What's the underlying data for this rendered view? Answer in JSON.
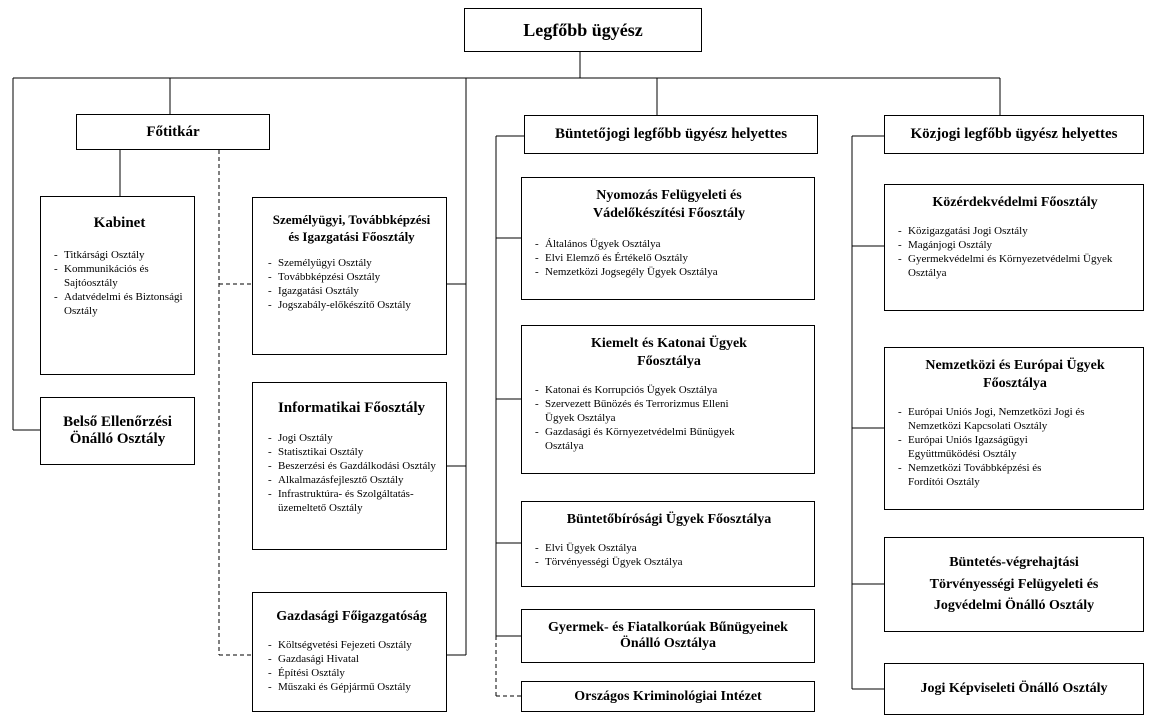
{
  "top": {
    "title": "Legfőbb ügyész"
  },
  "fotitkar": {
    "title": "Főtitkár"
  },
  "kabinet": {
    "title": "Kabinet",
    "items": [
      "Titkársági Osztály",
      "Kommunikációs és Sajtóosztály",
      "Adatvédelmi és Biztonsági Osztály"
    ]
  },
  "belso": {
    "title": "Belső Ellenőrzési Önálló Osztály"
  },
  "szemelyugyi": {
    "title": "Személyügyi, Továbbképzési és Igazgatási Főosztály",
    "items": [
      "Személyügyi Osztály",
      "Továbbképzési Osztály",
      "Igazgatási Osztály",
      "Jogszabály-előkészítő Osztály"
    ]
  },
  "informatikai": {
    "title": "Informatikai Főosztály",
    "items": [
      "Jogi Osztály",
      "Statisztikai Osztály",
      "Beszerzési és Gazdálkodási Osztály",
      "Alkalmazásfejlesztő Osztály",
      "Infrastruktúra- és Szolgáltatás-üzemeltető Osztály"
    ]
  },
  "gazdasagi": {
    "title": "Gazdasági Főigazgatóság",
    "items": [
      "Költségvetési Fejezeti Osztály",
      "Gazdasági Hivatal",
      "Építési Osztály",
      "Műszaki és Gépjármű Osztály"
    ]
  },
  "buntetojogi": {
    "title": "Büntetőjogi legfőbb ügyész helyettes"
  },
  "nyomozas": {
    "title": "Nyomozás Felügyeleti és Vádelőkészítési Főosztály",
    "items": [
      "Általános Ügyek Osztálya",
      "Elvi Elemző és Értékelő Osztály",
      "Nemzetközi Jogsegély Ügyek Osztálya"
    ]
  },
  "kiemelt": {
    "title": "Kiemelt és Katonai Ügyek Főosztálya",
    "items": [
      "Katonai és Korrupciós Ügyek Osztálya",
      "Szervezett Bűnözés és Terrorizmus Elleni Ügyek Osztálya",
      "Gazdasági és Környezetvédelmi Bűnügyek Osztálya"
    ]
  },
  "buntetobirosagi": {
    "title": "Büntetőbírósági Ügyek Főosztálya",
    "items": [
      "Elvi Ügyek Osztálya",
      "Törvényességi Ügyek Osztálya"
    ]
  },
  "gyermek": {
    "title": "Gyermek- és Fiatalkorúak Bűnügyeinek Önálló Osztálya"
  },
  "kriminologiai": {
    "title": "Országos Kriminológiai Intézet"
  },
  "kozjogi": {
    "title": "Közjogi legfőbb ügyész helyettes"
  },
  "kozerdek": {
    "title": "Közérdekvédelmi Főosztály",
    "items": [
      "Közigazgatási Jogi Osztály",
      "Magánjogi Osztály",
      "Gyermekvédelmi és Környezetvédelmi Ügyek Osztálya"
    ]
  },
  "nemzetkozi": {
    "title": "Nemzetközi és Európai Ügyek Főosztálya",
    "items": [
      "Európai Uniós Jogi, Nemzetközi Jogi és Nemzetközi Kapcsolati Osztály",
      "Európai Uniós Igazságügyi Együttműködési Osztály",
      "Nemzetközi Továbbképzési és Fordítói Osztály"
    ]
  },
  "buntetes": {
    "title": "Büntetés-végrehajtási Törvényességi Felügyeleti és Jogvédelmi Önálló Osztály"
  },
  "jogi": {
    "title": "Jogi Képviseleti Önálló Osztály"
  }
}
